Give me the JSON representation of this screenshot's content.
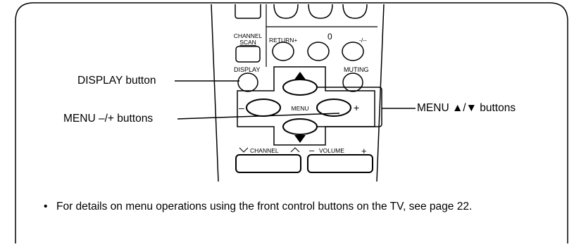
{
  "remote": {
    "channel_scan_top": "CHANNEL",
    "channel_scan_bottom": "SCAN",
    "return_label": "RETURN+",
    "zero_label": "0",
    "dash_label": "-/--",
    "display_label": "DISPLAY",
    "muting_label": "MUTING",
    "menu_label": "MENU",
    "minus_sign": "–",
    "plus_sign": "+",
    "channel_label": "CHANNEL",
    "volume_label": "VOLUME",
    "volume_minus": "–",
    "volume_plus": "+"
  },
  "callouts": {
    "display_button": "DISPLAY button",
    "menu_minus_plus": "MENU –/+ buttons",
    "menu_up_down": "MENU ▲/▼ buttons"
  },
  "note": {
    "bullet": "•",
    "text": "For details on menu operations using the front control buttons on the TV, see page 22."
  }
}
